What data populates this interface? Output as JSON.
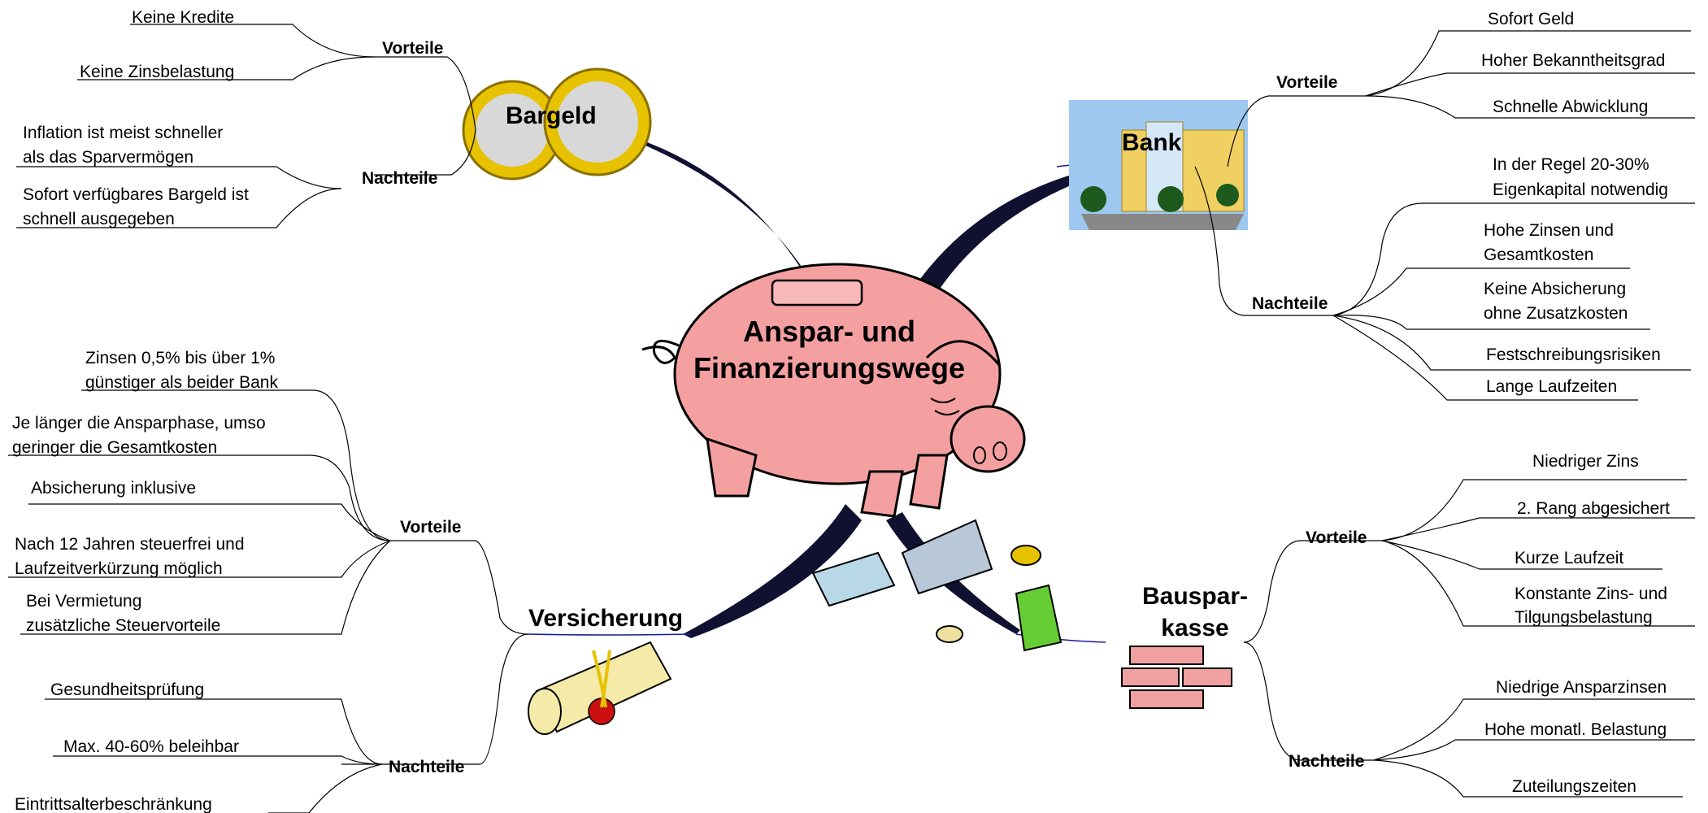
{
  "center": {
    "line1": "Anspar- und",
    "line2": "Finanzierungswege"
  },
  "bargeld": {
    "title": "Bargeld",
    "vorteile_label": "Vorteile",
    "vorteile": [
      "Keine Kredite",
      "Keine Zinsbelastung"
    ],
    "nachteile_label": "Nachteile",
    "nachteile": [
      [
        "Inflation ist meist schneller",
        "als das Sparvermögen"
      ],
      [
        "Sofort verfügbares Bargeld ist",
        "schnell ausgegeben"
      ]
    ]
  },
  "bank": {
    "title": "Bank",
    "vorteile_label": "Vorteile",
    "vorteile": [
      "Sofort Geld",
      "Hoher Bekanntheitsgrad",
      "Schnelle Abwicklung"
    ],
    "nachteile_label": "Nachteile",
    "nachteile": [
      [
        "In der Regel 20-30%",
        "Eigenkapital notwendig"
      ],
      [
        "Hohe Zinsen und",
        "Gesamtkosten"
      ],
      [
        "Keine Absicherung",
        "ohne Zusatzkosten"
      ],
      [
        "Festschreibungsrisiken"
      ],
      [
        "Lange Laufzeiten"
      ]
    ]
  },
  "versicherung": {
    "title": "Versicherung",
    "vorteile_label": "Vorteile",
    "vorteile": [
      [
        "Zinsen 0,5% bis über 1%",
        "günstiger als beider Bank"
      ],
      [
        "Je länger die Ansparphase, umso",
        "geringer die Gesamtkosten"
      ],
      [
        "Absicherung inklusive"
      ],
      [
        "Nach 12 Jahren steuerfrei und",
        "Laufzeitverkürzung möglich"
      ],
      [
        "Bei Vermietung",
        "zusätzliche Steuervorteile"
      ]
    ],
    "nachteile_label": "Nachteile",
    "nachteile": [
      "Gesundheitsprüfung",
      "Max. 40-60% beleihbar",
      "Eintrittsalterbeschränkung"
    ]
  },
  "bausparkasse": {
    "title_line1": "Bauspar-",
    "title_line2": "kasse",
    "vorteile_label": "Vorteile",
    "vorteile": [
      [
        "Niedriger Zins"
      ],
      [
        "2. Rang abgesichert"
      ],
      [
        "Kurze Laufzeit"
      ],
      [
        "Konstante Zins- und",
        "Tilgungsbelastung"
      ]
    ],
    "nachteile_label": "Nachteile",
    "nachteile": [
      "Niedrige Ansparzinsen",
      "Hohe monatl. Belastung",
      "Zuteilungszeiten"
    ]
  },
  "colors": {
    "pig": "#f4a0a0",
    "coin_gold": "#e6c200",
    "coin_silver": "#c8c8c8",
    "building": "#f0d060",
    "sky": "#9ec8f0",
    "money_green": "#66cc33",
    "brick": "#f0a0a0"
  }
}
